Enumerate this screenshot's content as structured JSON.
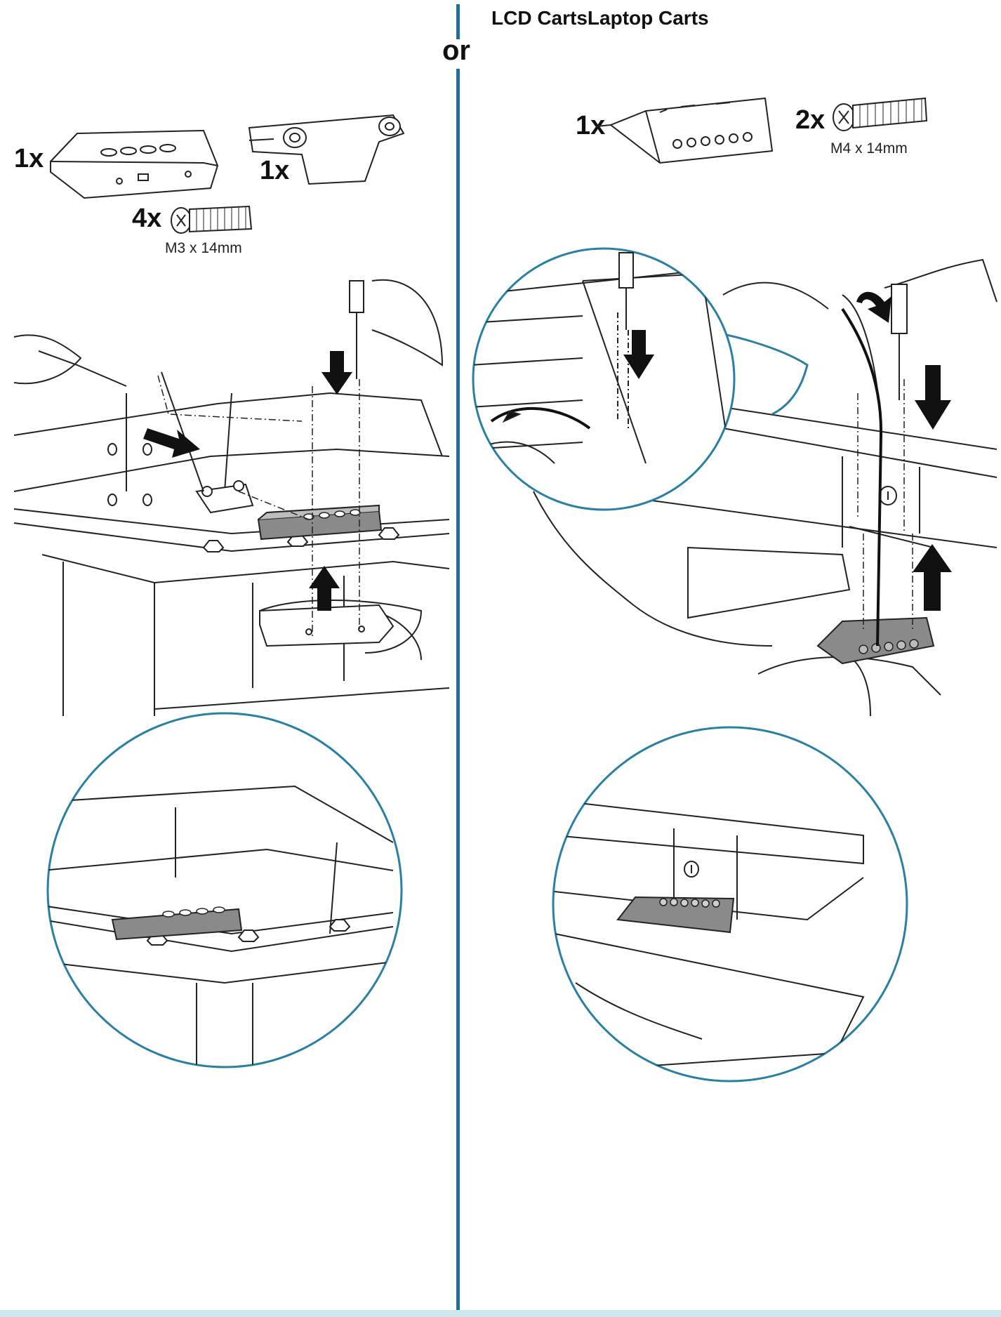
{
  "header": {
    "separator_word": "or",
    "right_heading": "LCD CartsLaptop Carts"
  },
  "left_panel": {
    "parts": [
      {
        "qty": "1x",
        "icon": "bracket-part-icon"
      },
      {
        "qty": "1x",
        "icon": "mounting-plate-icon"
      },
      {
        "qty": "4x",
        "icon": "screw-icon",
        "spec": "M3 x 14mm"
      }
    ]
  },
  "right_panel": {
    "parts": [
      {
        "qty": "1x",
        "icon": "power-strip-bracket-icon"
      },
      {
        "qty": "2x",
        "icon": "screw-icon",
        "spec": "M4 x 14mm"
      }
    ]
  },
  "colors": {
    "divider": "#1f6f99",
    "callout_circle": "#2a7fa5",
    "part_fill": "#8a8a8a",
    "line_art": "#222222"
  }
}
